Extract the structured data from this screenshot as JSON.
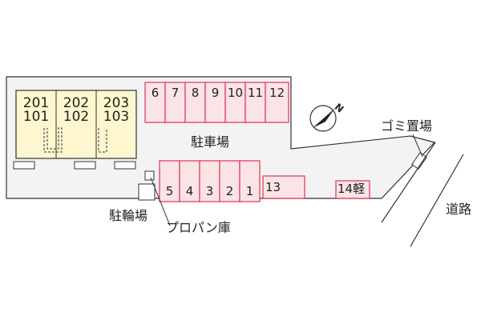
{
  "building": {
    "units": [
      {
        "upper": "201",
        "lower": "101"
      },
      {
        "upper": "202",
        "lower": "102"
      },
      {
        "upper": "203",
        "lower": "103"
      }
    ]
  },
  "parking": {
    "top_row": [
      "6",
      "7",
      "8",
      "9",
      "10",
      "11",
      "12"
    ],
    "bottom_row": [
      "5",
      "4",
      "3",
      "2",
      "1"
    ],
    "spot_13": "13",
    "spot_14": "14軽"
  },
  "labels": {
    "parking_area": "駐車場",
    "bicycle_parking": "駐輪場",
    "propane_storage": "プロパン庫",
    "garbage_area": "ゴミ置場",
    "road": "道路"
  },
  "compass": {
    "label": "N"
  },
  "colors": {
    "site_fill": "#f3f3f3",
    "outline": "#333333",
    "building_fill": "#fdf6cf",
    "spot_border": "#e0334d",
    "spot_fill": "#fbe4e8"
  }
}
